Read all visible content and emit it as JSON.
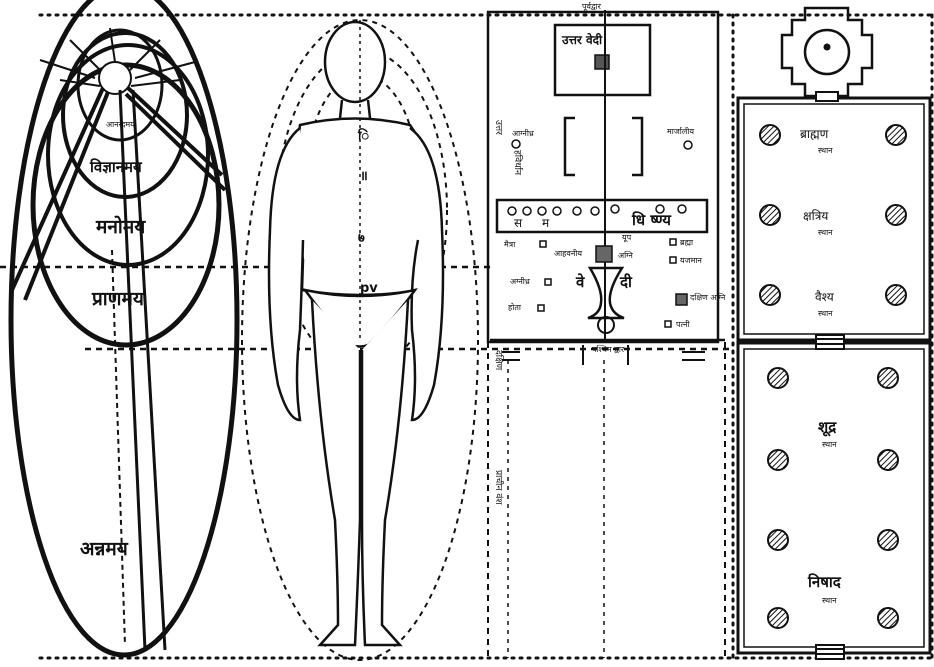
{
  "colors": {
    "ink": "#111111",
    "paper": "#ffffff"
  },
  "sheaths": {
    "anandamaya": "आनन्दमय",
    "vijnanamaya": "विज्ञानमय",
    "manomaya": "मनोमय",
    "pranamaya": "प्राणमय",
    "annamaya": "अन्नमय"
  },
  "yajna_plan": {
    "east_gate": "पूर्वद्वार",
    "uttara_vedi": "उत्तर वेदी",
    "havirdhana": "हविर्धान",
    "agnidhra": "आग्नीध्र",
    "marjaliya": "मार्जालीय",
    "sadas_left": "स",
    "sadas_mid": "म",
    "sadas_right": "धि ष्ण्य",
    "yupa": "यूप",
    "maitravaruna": "मैत्रा",
    "ahavaniya": "आहवनीय",
    "agni": "अग्नि",
    "brahma": "ब्रह्मा",
    "yajamana": "यजमान",
    "agnidh": "अग्नीध्र",
    "hota": "होता",
    "vedi_left": "वे",
    "vedi_right": "दी",
    "dakshina_agni": "दक्षिण अग्नि",
    "patni": "पत्नी",
    "paschima_dvara": "पश्चिम द्वार",
    "north_label": "उत्तर",
    "south_label": "दक्षिण",
    "prachina_vamsha": "प्राचीन वंश"
  },
  "varna_hall": {
    "brahmana": "ब्राह्मण",
    "brahmana_sub": "स्थान",
    "kshatriya": "क्षत्रिय",
    "kshatriya_sub": "स्थान",
    "vaishya": "वैश्य",
    "vaishya_sub": "स्थान",
    "shudra": "शूद्र",
    "shudra_sub": "स्थान",
    "nishada": "निषाद",
    "nishada_sub": "स्थान"
  }
}
